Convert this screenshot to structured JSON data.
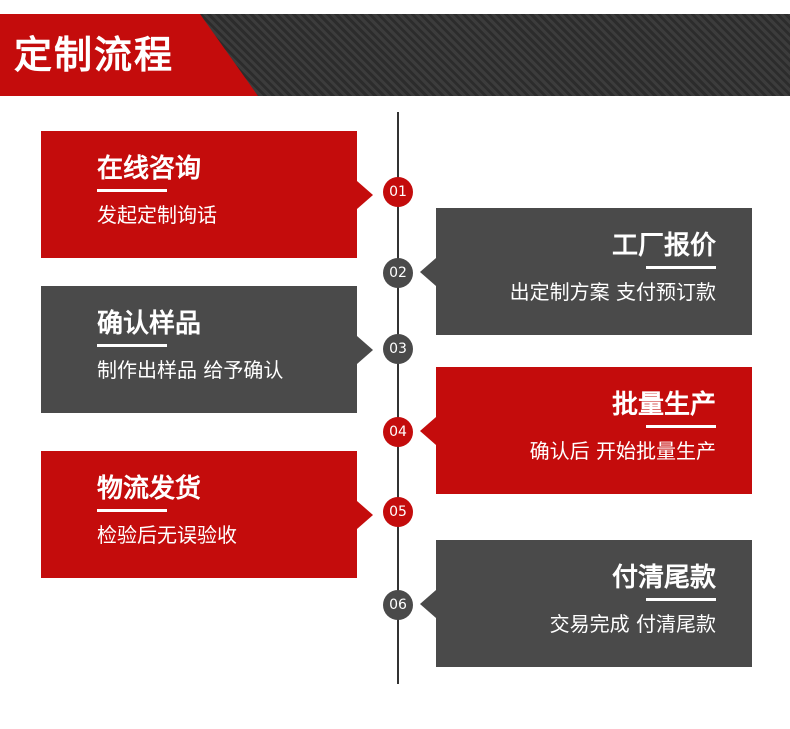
{
  "header": {
    "title": "定制流程"
  },
  "steps": [
    {
      "number": "01",
      "title": "在线咨询",
      "desc": "发起定制询话",
      "side": "left",
      "color": "red"
    },
    {
      "number": "02",
      "title": "工厂报价",
      "desc": "出定制方案 支付预订款",
      "side": "right",
      "color": "gray"
    },
    {
      "number": "03",
      "title": "确认样品",
      "desc": "制作出样品 给予确认",
      "side": "left",
      "color": "gray"
    },
    {
      "number": "04",
      "title": "批量生产",
      "desc": "确认后 开始批量生产",
      "side": "right",
      "color": "red"
    },
    {
      "number": "05",
      "title": "物流发货",
      "desc": "检验后无误验收",
      "side": "left",
      "color": "red"
    },
    {
      "number": "06",
      "title": "付清尾款",
      "desc": "交易完成 付清尾款",
      "side": "right",
      "color": "gray"
    }
  ],
  "colors": {
    "accent": "#c40c0c",
    "dark": "#4a4a4a",
    "banner": "#2c2c2c"
  }
}
